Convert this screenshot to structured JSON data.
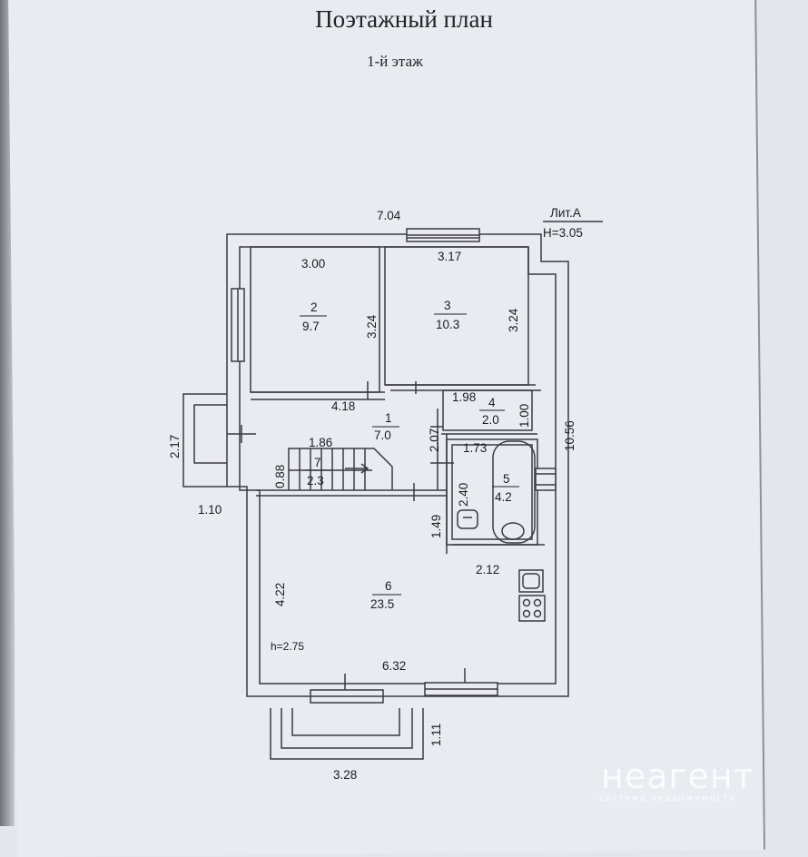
{
  "title": "Поэтажный план",
  "floor": "1-й этаж",
  "building": {
    "letter": "Лит.А",
    "height": "H=3.05"
  },
  "ceiling_height": "h=2.75",
  "rooms": [
    {
      "number": "1",
      "area": "7.0"
    },
    {
      "number": "2",
      "area": "9.7"
    },
    {
      "number": "3",
      "area": "10.3"
    },
    {
      "number": "4",
      "area": "2.0"
    },
    {
      "number": "5",
      "area": "4.2"
    },
    {
      "number": "6",
      "area": "23.5"
    },
    {
      "number": "7",
      "area": "2.3"
    }
  ],
  "dimensions": {
    "outer_width": "7.04",
    "outer_length": "10.56",
    "room2_width": "3.00",
    "room2_length": "3.24",
    "room3_width": "3.17",
    "room3_length": "3.24",
    "hall_width": "4.18",
    "hall_depth": "2.07",
    "room4_width": "1.98",
    "room4_depth": "1.00",
    "stair_length": "1.86",
    "stair_width": "0.88",
    "bath_width": "1.73",
    "bath_length": "2.40",
    "room6_length": "4.22",
    "room6_width": "6.32",
    "kitchen_offset": "2.12",
    "wall_segment": "1.49",
    "porch_side_length": "2.17",
    "porch_side_depth": "1.10",
    "porch_front_width": "3.28",
    "porch_front_depth": "1.11"
  },
  "watermark": {
    "brand": "неагент",
    "tagline": "система недвижимости"
  }
}
